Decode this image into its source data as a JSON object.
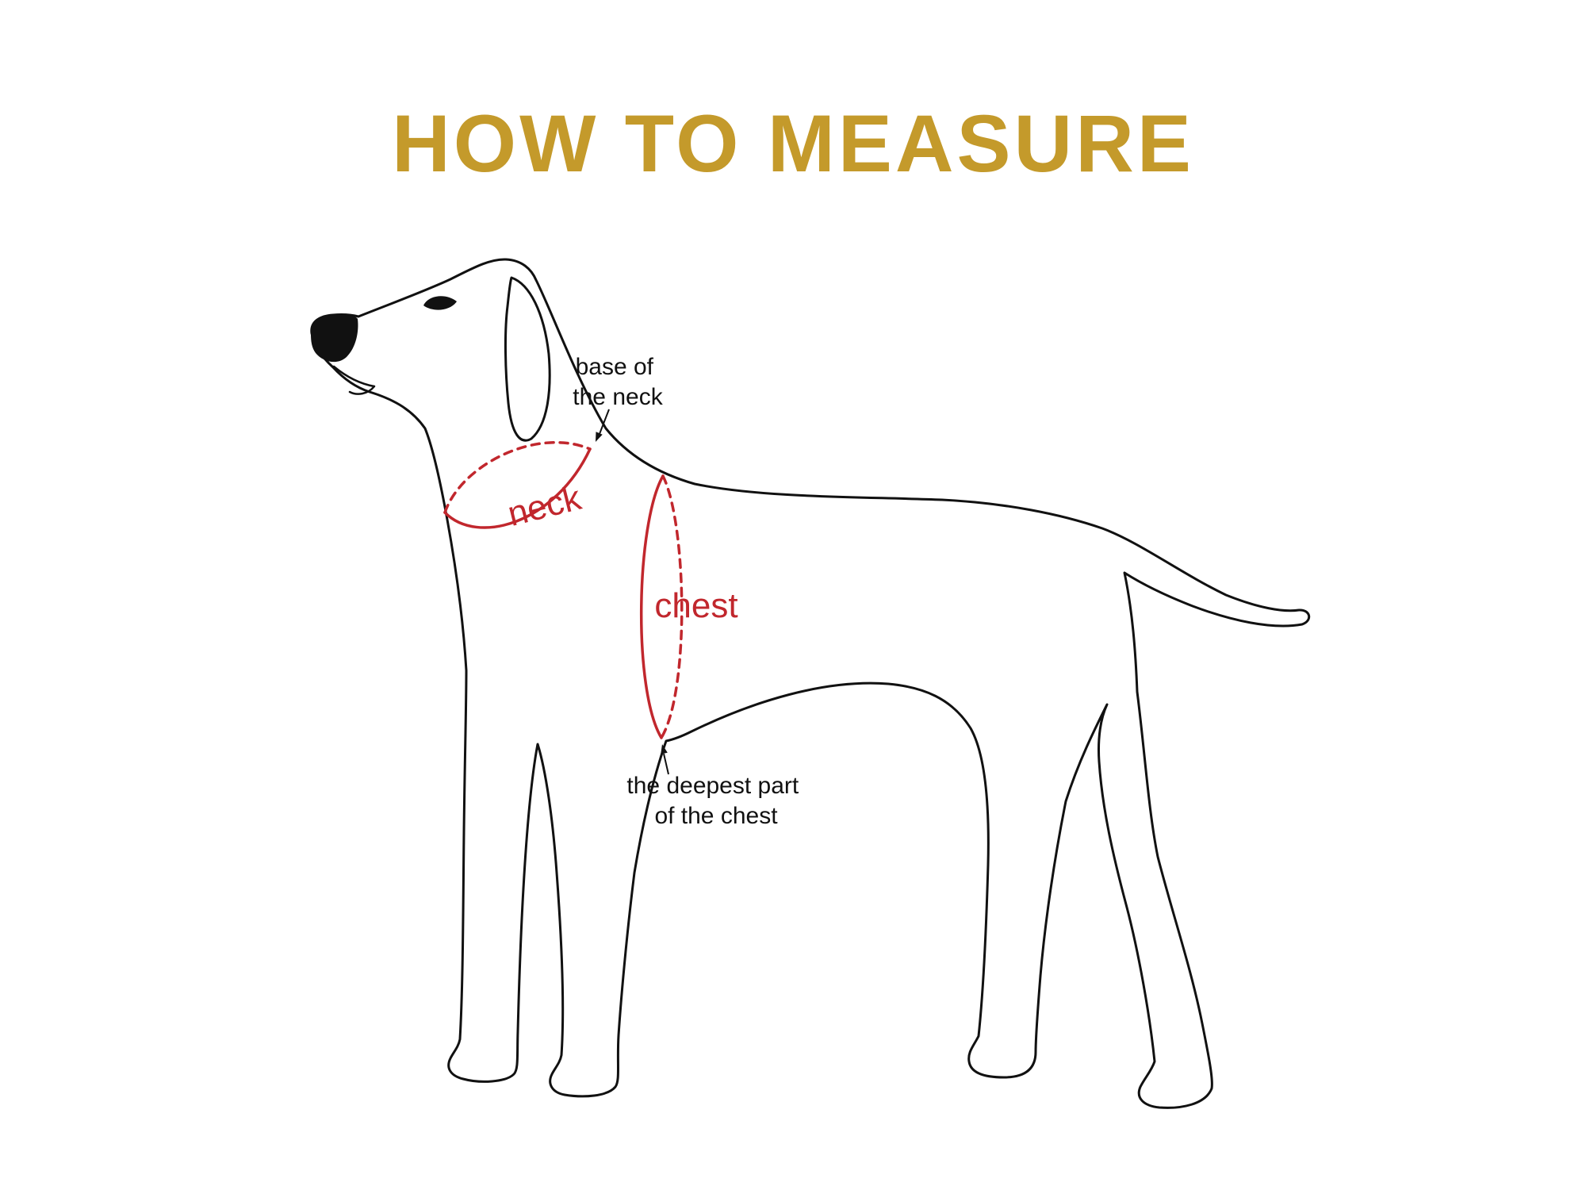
{
  "title": "HOW TO MEASURE",
  "colors": {
    "title_gold": "#C49A2B",
    "measure_red": "#C1272D",
    "outline": "#111111",
    "background": "#FFFFFF"
  },
  "dog_diagram": {
    "measurements": {
      "neck_label": "neck",
      "chest_label": "chest"
    },
    "annotations": {
      "base_of_neck": {
        "line1": "base of",
        "line2": "the neck"
      },
      "deepest_chest": {
        "line1": "the deepest part",
        "line2": "of the chest"
      }
    }
  }
}
